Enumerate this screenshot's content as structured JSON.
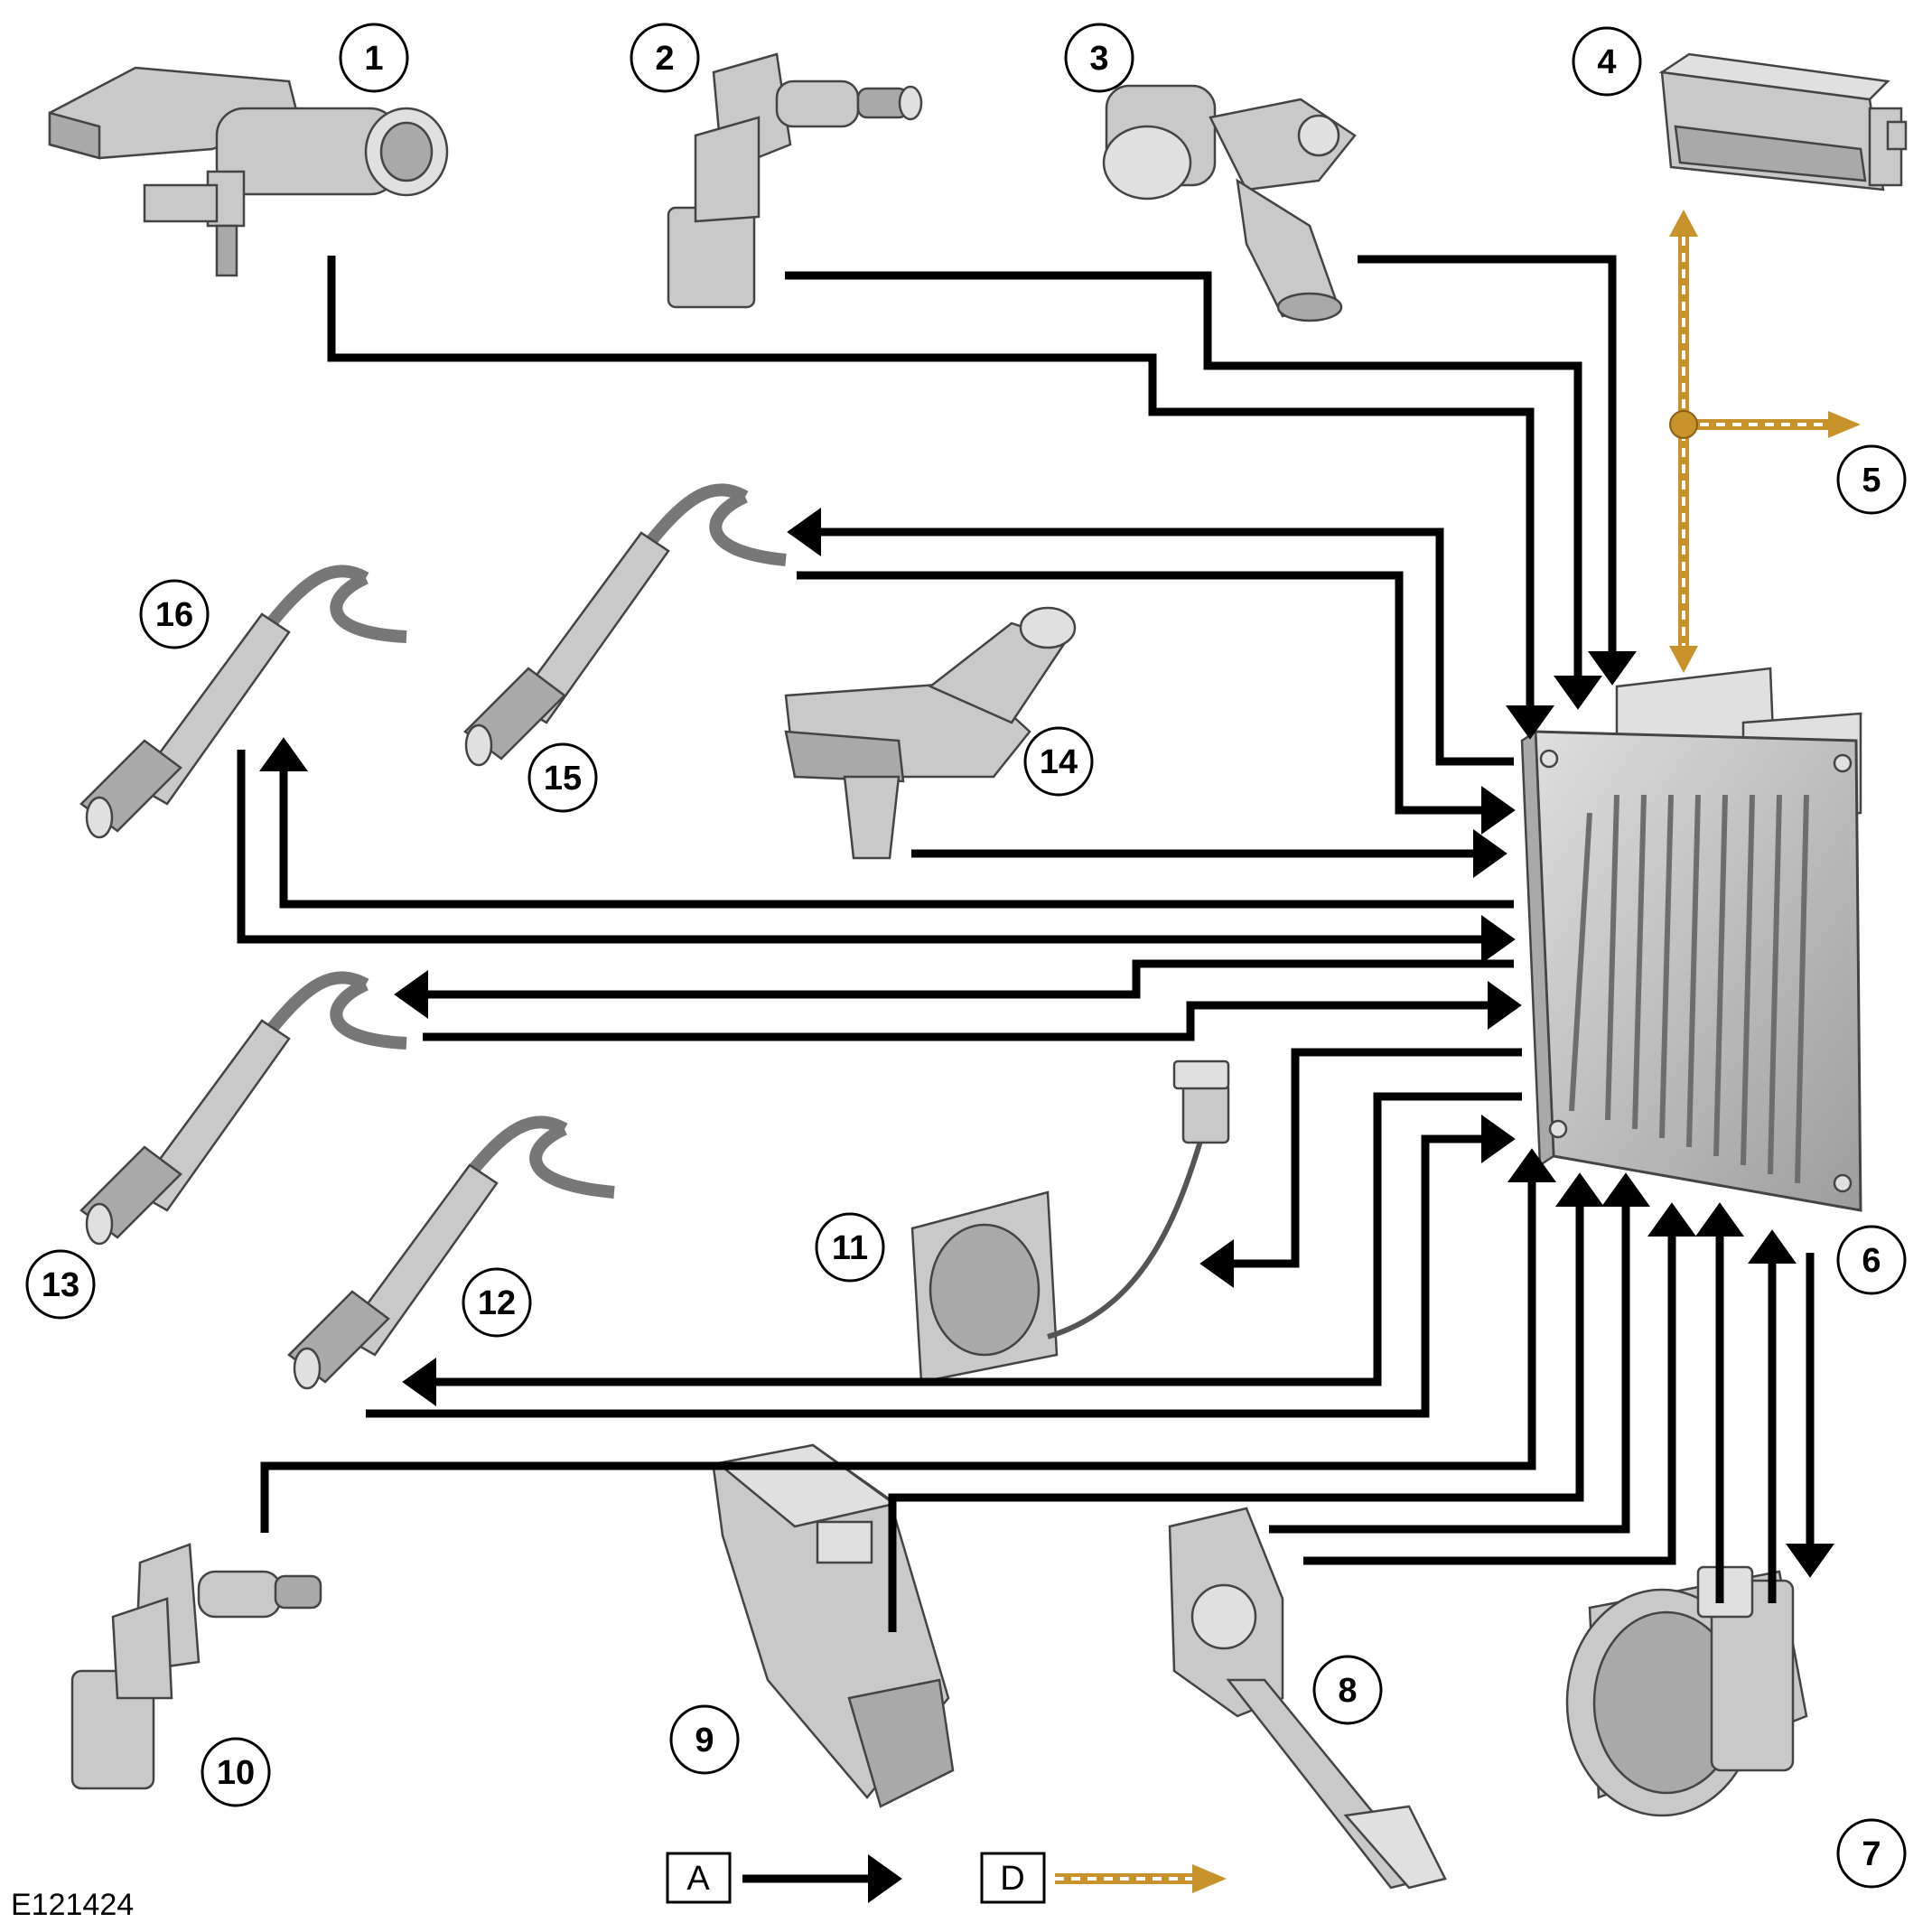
{
  "reference": "E121424",
  "components": [
    {
      "number": "1"
    },
    {
      "number": "2"
    },
    {
      "number": "3"
    },
    {
      "number": "4"
    },
    {
      "number": "5"
    },
    {
      "number": "6"
    },
    {
      "number": "7"
    },
    {
      "number": "8"
    },
    {
      "number": "9"
    },
    {
      "number": "10"
    },
    {
      "number": "11"
    },
    {
      "number": "12"
    },
    {
      "number": "13"
    },
    {
      "number": "14"
    },
    {
      "number": "15"
    },
    {
      "number": "16"
    }
  ],
  "legend": [
    {
      "letter": "A",
      "line_style": "solid",
      "color": "#000000"
    },
    {
      "letter": "D",
      "line_style": "dashed",
      "color": "#c8922a"
    }
  ],
  "colors": {
    "hardwired": "#000000",
    "network": "#c8922a",
    "component_fill": "#c9c9c9"
  }
}
